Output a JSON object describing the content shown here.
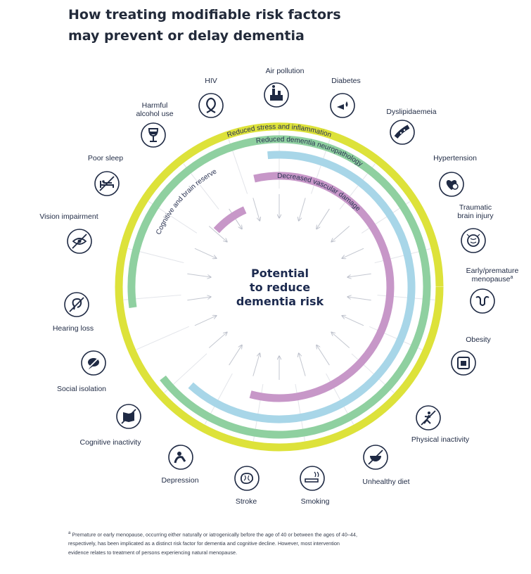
{
  "title": {
    "line1": "How treating modifiable risk factors",
    "line2": "may prevent or delay dementia"
  },
  "center": {
    "line1": "Potential",
    "line2": "to reduce",
    "line3": "dementia risk"
  },
  "arcs": {
    "outer": "Reduced stress and inflammation",
    "second": "Reduced dementia neuropathology",
    "cognitive": "Cognitive and brain reserve",
    "vascular": "Decreased vascular damage"
  },
  "colors": {
    "outer": "#dde23a",
    "second": "#8fd0a0",
    "cognitive": "#a8d6e8",
    "vascular": "#c797c8",
    "icon_stroke": "#1f2a44"
  },
  "risk_factors": [
    {
      "id": "hiv",
      "label": "HIV",
      "icon": "ribbon-icon"
    },
    {
      "id": "air-pollution",
      "label": "Air pollution",
      "icon": "factory-icon"
    },
    {
      "id": "diabetes",
      "label": "Diabetes",
      "icon": "blood-drop-icon"
    },
    {
      "id": "dyslipidaemia",
      "label": "Dyslipidaemeia",
      "icon": "artery-icon"
    },
    {
      "id": "hypertension",
      "label": "Hypertension",
      "icon": "heart-gauge-icon"
    },
    {
      "id": "traumatic-brain-injury",
      "label1": "Traumatic",
      "label2": "brain injury",
      "icon": "brain-injury-icon"
    },
    {
      "id": "menopause",
      "label1": "Early/premature",
      "label2": "menopause",
      "sup": "a",
      "icon": "uterus-icon"
    },
    {
      "id": "obesity",
      "label": "Obesity",
      "icon": "scale-icon"
    },
    {
      "id": "physical-inactivity",
      "label": "Physical inactivity",
      "icon": "no-running-icon"
    },
    {
      "id": "unhealthy-diet",
      "label": "Unhealthy diet",
      "icon": "no-orange-icon"
    },
    {
      "id": "smoking",
      "label": "Smoking",
      "icon": "cigarette-icon"
    },
    {
      "id": "stroke",
      "label": "Stroke",
      "icon": "brain-icon"
    },
    {
      "id": "depression",
      "label": "Depression",
      "icon": "sad-person-icon"
    },
    {
      "id": "cognitive-inactivity",
      "label": "Cognitive inactivity",
      "icon": "no-book-icon"
    },
    {
      "id": "social-isolation",
      "label": "Social isolation",
      "icon": "no-chat-icon"
    },
    {
      "id": "hearing-loss",
      "label": "Hearing loss",
      "icon": "no-ear-icon"
    },
    {
      "id": "vision-impairment",
      "label": "Vision impairment",
      "icon": "no-eye-icon"
    },
    {
      "id": "poor-sleep",
      "label": "Poor sleep",
      "icon": "no-bed-icon"
    },
    {
      "id": "harmful-alcohol-use",
      "label1": "Harmful",
      "label2": "alcohol use",
      "icon": "wine-glass-icon"
    }
  ],
  "footnote": {
    "marker": "a",
    "line1": "Premature or early menopause, occurring either naturally or iatrogenically before the age of 40 or between the ages of 40–44,",
    "line2": "respectively, has been implicated as a distinct risk factor for dementia and cognitive decline. However, most intervention",
    "line3": "evidence relates to treatment of persons experiencing natural menopause."
  }
}
